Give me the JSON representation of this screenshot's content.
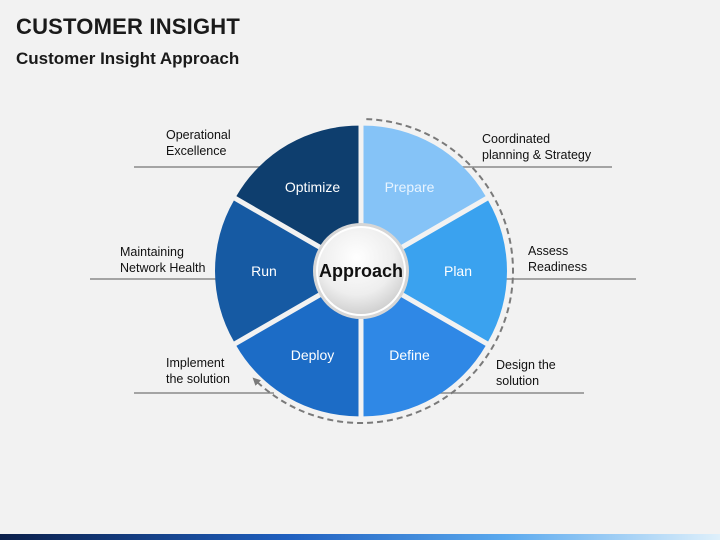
{
  "header": {
    "title": "CUSTOMER INSIGHT",
    "subtitle": "Customer Insight Approach"
  },
  "diagram": {
    "center_label": "Approach",
    "segments": [
      {
        "label": "Optimize",
        "color": "#0e3e6e",
        "text_color": "#ffffff"
      },
      {
        "label": "Prepare",
        "color": "#85c3f7",
        "text_color": "#e8f4ff"
      },
      {
        "label": "Plan",
        "color": "#3aa2ef",
        "text_color": "#ffffff"
      },
      {
        "label": "Define",
        "color": "#2f88e6",
        "text_color": "#ffffff"
      },
      {
        "label": "Deploy",
        "color": "#1c6cc6",
        "text_color": "#ffffff"
      },
      {
        "label": "Run",
        "color": "#165aa3",
        "text_color": "#ffffff"
      }
    ],
    "callouts": {
      "optimize": "Operational\nExcellence",
      "prepare": "Coordinated\nplanning & Strategy",
      "plan": "Assess\nReadiness",
      "define": "Design the\nsolution",
      "deploy": "Implement\nthe solution",
      "run": "Maintaining\nNetwork Health"
    }
  },
  "footer": {
    "accent_gradient": [
      "#0b1f4a",
      "#1f5fbf",
      "#5aa9ee",
      "#dff0fb"
    ]
  }
}
